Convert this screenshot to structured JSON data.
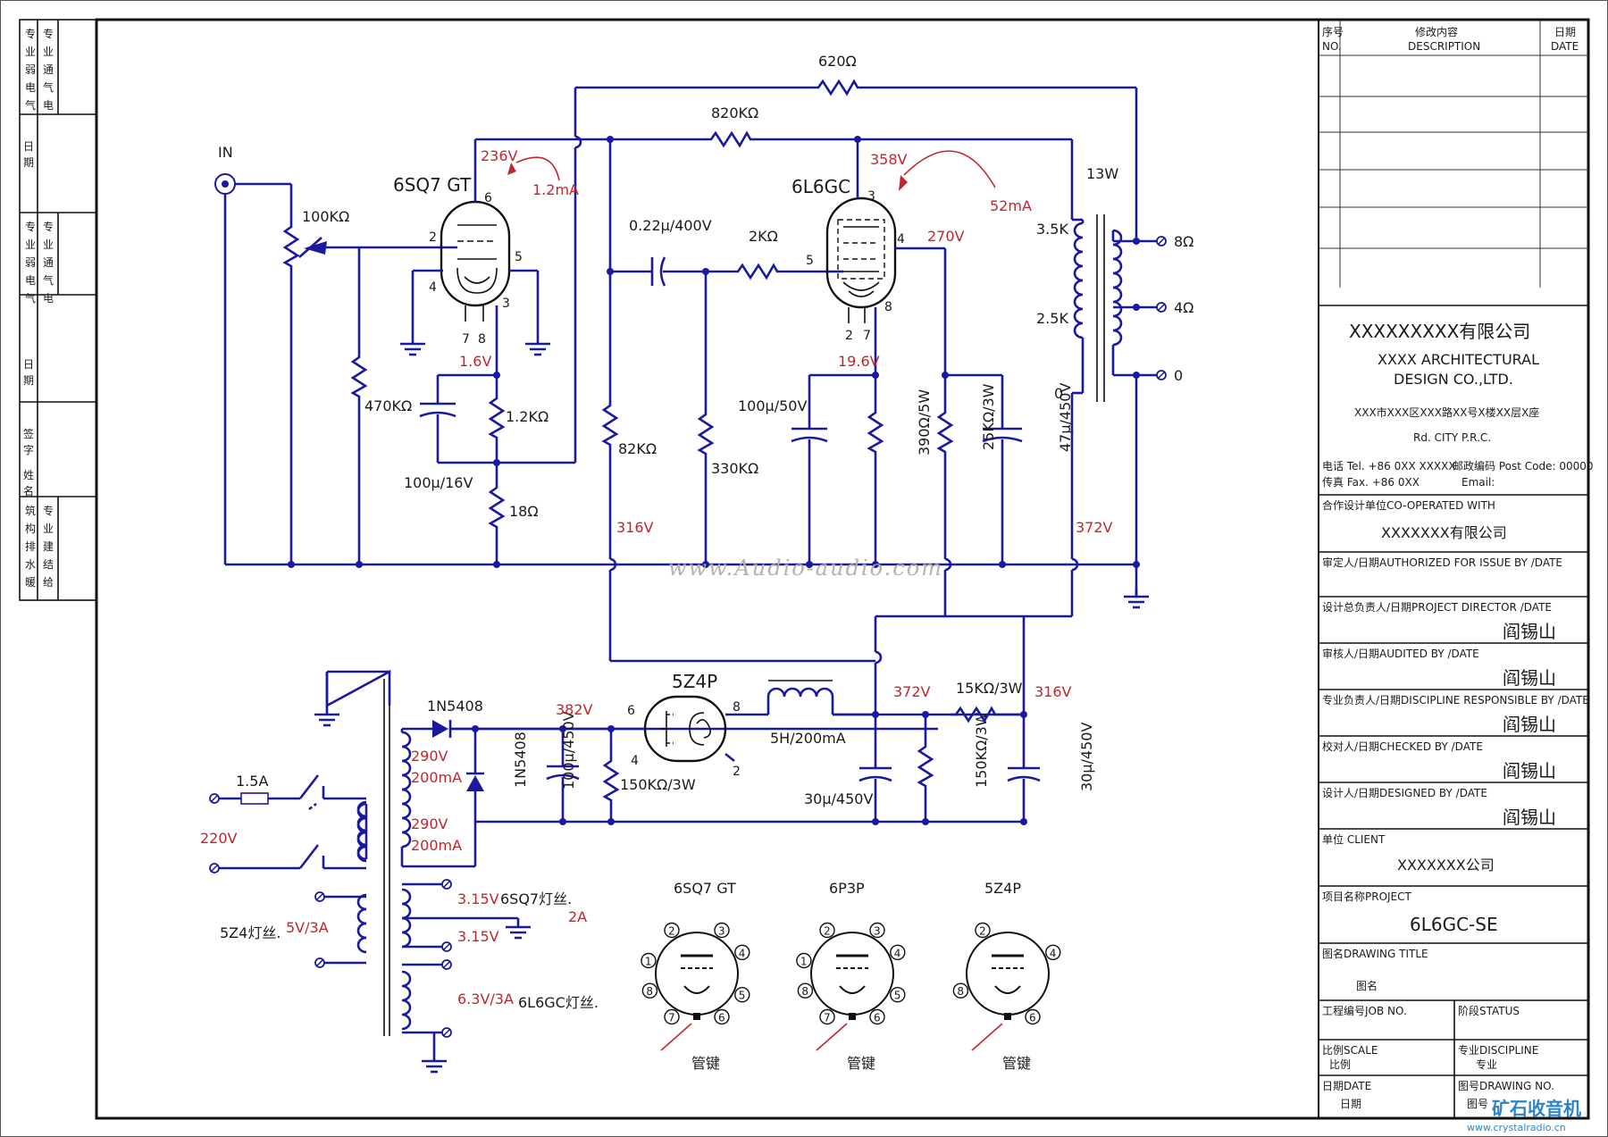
{
  "left_strip": {
    "block1": [
      "专",
      "业",
      "通",
      "气",
      "电"
    ],
    "block1b": [
      "专",
      "业",
      "弱",
      "电",
      "气"
    ],
    "date1": "日期",
    "block2": [
      "专",
      "业",
      "通",
      "气",
      "电"
    ],
    "block2b": [
      "专",
      "业",
      "弱",
      "电",
      "气"
    ],
    "date2": "日期",
    "sign1": "签字",
    "name1": "姓名",
    "block3": [
      "专",
      "业",
      "建",
      "结",
      "给"
    ],
    "block3b": [
      "筑",
      "构",
      "排",
      "水",
      "暖"
    ]
  },
  "schematic": {
    "input_label": "IN",
    "tubes": {
      "preamp": "6SQ7 GT",
      "output": "6L6GC",
      "rectifier": "5Z4P"
    },
    "pins": {
      "v1_grid": "2",
      "v1_plate": "6",
      "v1_p5": "5",
      "v1_p4": "4",
      "v1_p3": "3",
      "v1_p7": "7",
      "v1_p8": "8",
      "v2_plate": "3",
      "v2_g2": "4",
      "v2_grid": "5",
      "v2_p8": "8",
      "v2_p2": "2",
      "v2_p7": "7",
      "r_p6": "6",
      "r_p8": "8",
      "r_p4": "4",
      "r_p2": "2"
    },
    "components": {
      "pot": "100KΩ",
      "r470": "470KΩ",
      "r12": "1.2KΩ",
      "c100_16": "100μ/16V",
      "r18": "18Ω",
      "r620": "620Ω",
      "r820": "820KΩ",
      "c022": "0.22μ/400V",
      "r2k": "2KΩ",
      "r82": "82KΩ",
      "r330": "330KΩ",
      "c100_50": "100μ/50V",
      "r390": "390Ω/5W",
      "r25k": "25KΩ/3W",
      "c47": "47μ/450V",
      "ot_power": "13W",
      "tap_35": "3.5K",
      "tap_25": "2.5K",
      "tap_0": "0",
      "out_8": "8Ω",
      "out_4": "4Ω",
      "out_0": "0",
      "d1": "1N5408",
      "d2": "1N5408",
      "fuse": "1.5A",
      "mains": "220V",
      "sec1_v": "290V",
      "sec1_i": "200mA",
      "sec2_v": "290V",
      "sec2_i": "200mA",
      "fil_6sq7_v": "3.15V",
      "fil_6sq7_label": "6SQ7灯丝.",
      "fil_6sq7_v2": "3.15V",
      "fil_6sq7_i": "2A",
      "fil_5z4_label": "5Z4灯丝.",
      "fil_5z4_v": "5V/3A",
      "fil_6l6_v": "6.3V/3A",
      "fil_6l6_label": "6L6GC灯丝.",
      "c100_450": "100μ/450V",
      "r150a": "150KΩ/3W",
      "choke": "5H/200mA",
      "c30a": "30μ/450V",
      "r150b": "150KΩ/3W",
      "r15k": "15KΩ/3W",
      "c30b": "30μ/450V"
    },
    "voltages": {
      "v1_plate": "236V",
      "v1_current": "1.2mA",
      "v1_cathode": "1.6V",
      "v2_plate": "358V",
      "v2_current": "52mA",
      "v2_screen": "270V",
      "v2_cathode": "19.6V",
      "b_316a": "316V",
      "b_372a": "372V",
      "b_382": "382V",
      "b_372b": "372V",
      "b_316b": "316V"
    },
    "pinouts": {
      "titles": [
        "6SQ7 GT",
        "6P3P",
        "5Z4P"
      ],
      "key_label": "管键",
      "nums": [
        "1",
        "2",
        "3",
        "4",
        "5",
        "6",
        "7",
        "8"
      ]
    },
    "watermark": "www.Audio-audio.com"
  },
  "title_block": {
    "rev_no_cn": "序号",
    "rev_no_en": "NO.",
    "rev_desc_cn": "修改内容",
    "rev_desc_en": "DESCRIPTION",
    "rev_date_cn": "日期",
    "rev_date_en": "DATE",
    "company_cn": "XXXXXXXXX有限公司",
    "company_en1": "XXXX ARCHITECTURAL",
    "company_en2": "DESIGN CO.,LTD.",
    "address_cn": "XXX市XXX区XXX路XX号X楼XX层X座",
    "address_en": "Rd. CITY P.R.C.",
    "tel": "电话 Tel.  +86 0XX XXXXX",
    "postcode": "邮政编码 Post Code: 00000",
    "fax": "传真 Fax.  +86 0XX",
    "email": "Email:",
    "cooperated_label": "合作设计单位CO-OPERATED WITH",
    "cooperated_value": "XXXXXXX有限公司",
    "authorized": "审定人/日期AUTHORIZED FOR ISSUE BY /DATE",
    "project_director": "设计总负责人/日期PROJECT DIRECTOR /DATE",
    "audited": "审核人/日期AUDITED BY /DATE",
    "discipline_resp": "专业负责人/日期DISCIPLINE RESPONSIBLE BY /DATE",
    "checked": "校对人/日期CHECKED BY /DATE",
    "designed": "设计人/日期DESIGNED BY /DATE",
    "signer": "阎锡山",
    "client_label": "单位    CLIENT",
    "client_value": "XXXXXXX公司",
    "project_label": "项目名称PROJECT",
    "project_value": "6L6GC-SE",
    "drawing_title_label": "图名DRAWING TITLE",
    "drawing_title_value": "图名",
    "job_no": "工程编号JOB NO.",
    "status": "阶段STATUS",
    "scale_label": "比例SCALE",
    "scale_value": "比例",
    "discipline_label": "专业DISCIPLINE",
    "discipline_value": "专业",
    "date_label": "日期DATE",
    "date_value": "日期",
    "drawing_no_label": "图号DRAWING NO.",
    "drawing_no_value": "图号"
  },
  "logo": {
    "cn": "矿石收音机",
    "url": "www.crystalradio.cn"
  }
}
